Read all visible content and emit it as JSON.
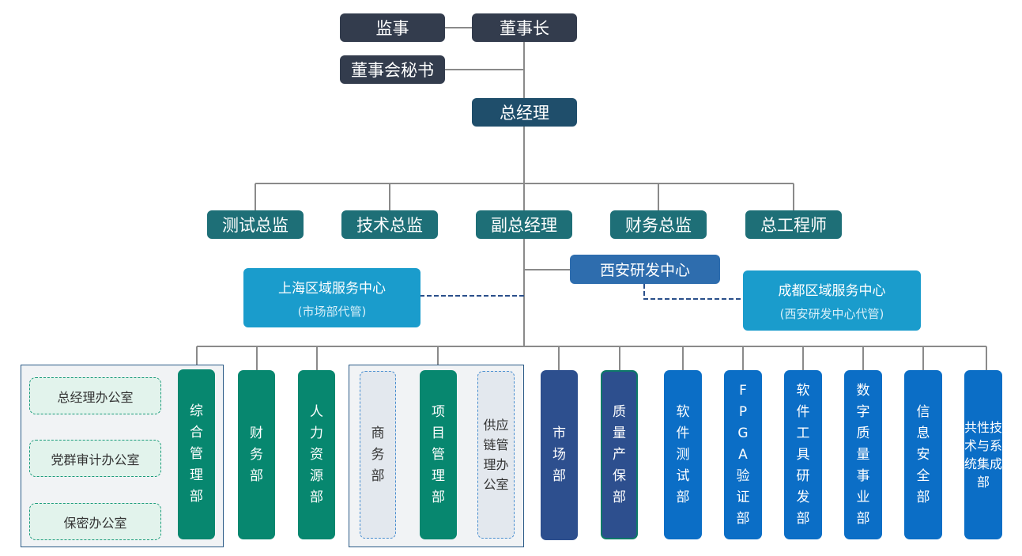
{
  "top": {
    "supervisor": "监事",
    "chairman": "董事长",
    "board_secretary": "董事会秘书",
    "general_manager": "总经理"
  },
  "directors": [
    "测试总监",
    "技术总监",
    "副总经理",
    "财务总监",
    "总工程师"
  ],
  "centers": {
    "xian": "西安研发中心",
    "shanghai": {
      "name": "上海区域服务中心",
      "note": "(市场部代管)"
    },
    "chengdu": {
      "name": "成都区域服务中心",
      "note": "(西安研发中心代管)"
    }
  },
  "offices": [
    "总经理办公室",
    "党群审计办公室",
    "保密办公室"
  ],
  "departments": [
    {
      "label": "综合管理部",
      "color": "#07876f"
    },
    {
      "label": "财务部",
      "color": "#07876f"
    },
    {
      "label": "人力资源部",
      "color": "#07876f"
    },
    {
      "label": "商务部",
      "color": "#e3e8ee"
    },
    {
      "label": "项目管理部",
      "color": "#07876f"
    },
    {
      "label": "供应链管理办公室",
      "color": "#e3e8ee"
    },
    {
      "label": "市场部",
      "color": "#2d4f8e"
    },
    {
      "label": "质量产保部",
      "color": "#2d4f8e"
    },
    {
      "label": "软件测试部",
      "color": "#0b6ec6"
    },
    {
      "label": "FPGA验证部",
      "color": "#0b6ec6"
    },
    {
      "label": "软件工具研发部",
      "color": "#0b6ec6"
    },
    {
      "label": "数字质量事业部",
      "color": "#0b6ec6"
    },
    {
      "label": "信息安全部",
      "color": "#0b6ec6"
    },
    {
      "label": "共性技术与系统集成部",
      "color": "#0b6ec6"
    }
  ]
}
